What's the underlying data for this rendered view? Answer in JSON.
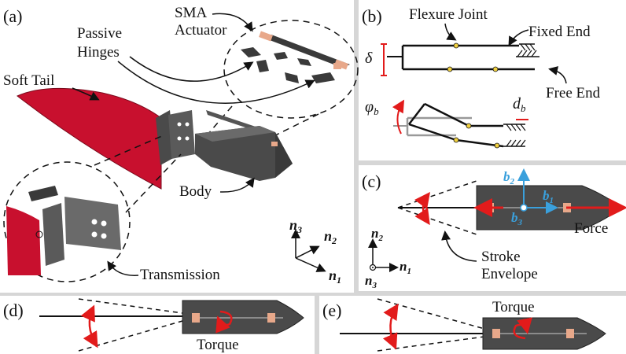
{
  "colors": {
    "background": "#d6d6d6",
    "panel": "#ffffff",
    "tail_red": "#c8102e",
    "body_dark": "#4a4a4a",
    "actuator_pink": "#e8a88a",
    "blue_axis": "#3aa0dc",
    "force_red": "#e21b1b",
    "joint_yellow": "#f0d040"
  },
  "panel_a": {
    "tag": "(a)",
    "sma_label": [
      "SMA",
      "Actuator"
    ],
    "hinges_label": [
      "Passive",
      "Hinges"
    ],
    "tail_label": "Soft Tail",
    "body_label": "Body",
    "transmission_label": "Transmission",
    "axes": {
      "n1": "n",
      "n1_sub": "1",
      "n2": "n",
      "n2_sub": "2",
      "n3": "n",
      "n3_sub": "3"
    }
  },
  "panel_b": {
    "tag": "(b)",
    "flexure_label": "Flexure Joint",
    "fixed_label": "Fixed End",
    "free_label": "Free End",
    "delta_symbol": "δ",
    "phi_symbol": "φ",
    "phi_sub": "b",
    "d_symbol": "d",
    "d_sub": "b"
  },
  "panel_c": {
    "tag": "(c)",
    "force_label": "Force",
    "stroke_label": [
      "Stroke",
      "Envelope"
    ],
    "b1": "b",
    "b1_sub": "1",
    "b2": "b",
    "b2_sub": "2",
    "b3": "b",
    "b3_sub": "3",
    "n1": "n",
    "n1_sub": "1",
    "n2": "n",
    "n2_sub": "2",
    "n3": "n",
    "n3_sub": "3"
  },
  "panel_d": {
    "tag": "(d)",
    "torque_label": "Torque"
  },
  "panel_e": {
    "tag": "(e)",
    "torque_label": "Torque"
  }
}
